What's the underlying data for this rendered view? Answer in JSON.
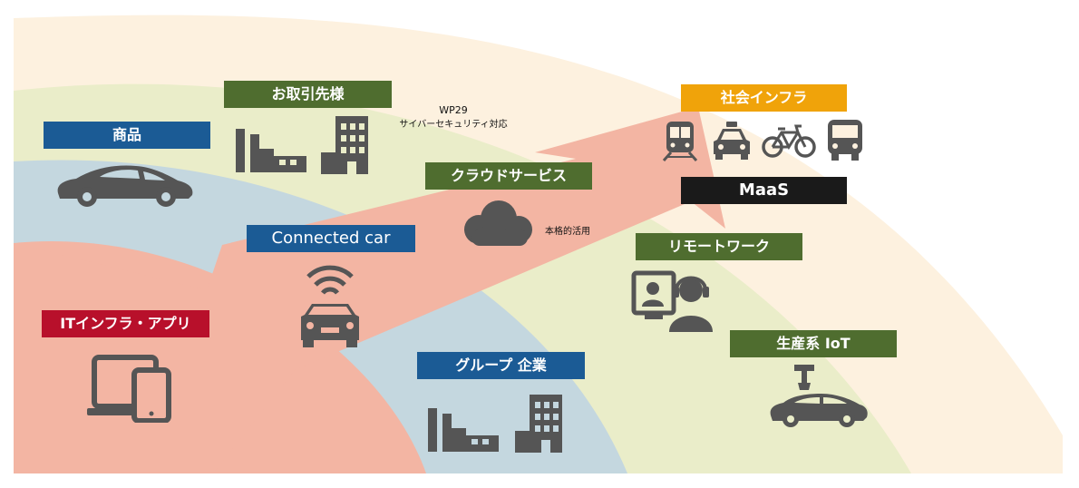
{
  "colors": {
    "outer_ring": "#fdf1df",
    "mid_ring": "#eaedc9",
    "inner_ring": "#c4d7df",
    "core": "#f3b5a3",
    "arrow": "#f3b5a3",
    "label_blue": "#1b5b95",
    "label_green": "#4f6d2f",
    "label_red": "#b8102b",
    "label_orange": "#f0a30a",
    "label_black": "#1a1a1a",
    "icon": "#555555"
  },
  "labels": {
    "products": "商品",
    "business_partners": "お取引先様",
    "connected_car": "Connected car",
    "cloud_services": "クラウドサービス",
    "it_infra_apps": "ITインフラ・アプリ",
    "group_companies": "グループ 企業",
    "social_infra": "社会インフラ",
    "maas": "MaaS",
    "remote_work": "リモートワーク",
    "production_iot": "生産系 IoT"
  },
  "notes": {
    "wp29_line1": "WP29",
    "wp29_line2": "サイバーセキュリティ対応",
    "full_use": "本格的活用"
  },
  "icons": {
    "sports_car": "sports-car-icon",
    "factory": "factory-icon",
    "building": "office-building-icon",
    "connected_car": "connected-car-icon",
    "cloud": "cloud-icon",
    "devices": "laptop-tablet-icon",
    "train": "train-icon",
    "taxi": "taxi-icon",
    "bicycle": "bicycle-icon",
    "bus": "bus-icon",
    "remote_worker": "remote-worker-icon",
    "factory_car": "factory-car-icon"
  }
}
